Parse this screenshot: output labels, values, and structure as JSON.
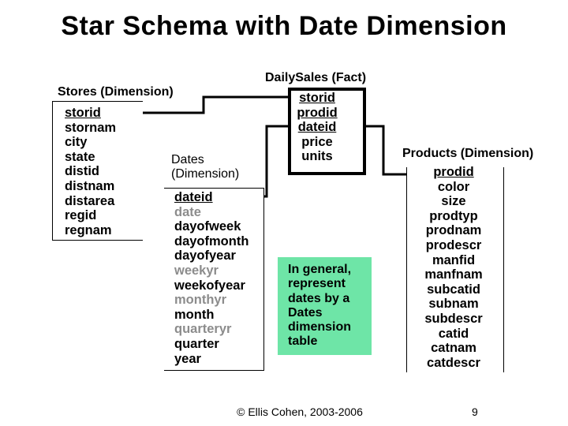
{
  "title": "Star Schema with Date Dimension",
  "stores": {
    "title": "Stores (Dimension)",
    "fields": [
      {
        "name": "storid",
        "key": true
      },
      {
        "name": "stornam"
      },
      {
        "name": "city"
      },
      {
        "name": "state"
      },
      {
        "name": "distid"
      },
      {
        "name": "distnam"
      },
      {
        "name": "distarea"
      },
      {
        "name": "regid"
      },
      {
        "name": "regnam"
      }
    ]
  },
  "fact": {
    "title": "DailySales (Fact)",
    "fields": [
      {
        "name": "storid",
        "key": true
      },
      {
        "name": "prodid",
        "key": true
      },
      {
        "name": "dateid",
        "key": true
      },
      {
        "name": "price"
      },
      {
        "name": "units"
      }
    ]
  },
  "dates": {
    "title_line1": "Dates",
    "title_line2": "(Dimension)",
    "fields": [
      {
        "name": "dateid",
        "key": true
      },
      {
        "name": "date",
        "grey": true
      },
      {
        "name": "dayofweek"
      },
      {
        "name": "dayofmonth"
      },
      {
        "name": "dayofyear"
      },
      {
        "name": "weekyr",
        "grey": true
      },
      {
        "name": "weekofyear"
      },
      {
        "name": "monthyr",
        "grey": true
      },
      {
        "name": "month"
      },
      {
        "name": "quarteryr",
        "grey": true
      },
      {
        "name": "quarter"
      },
      {
        "name": "year"
      }
    ]
  },
  "products": {
    "title": "Products (Dimension)",
    "fields": [
      {
        "name": "prodid",
        "key": true
      },
      {
        "name": "color"
      },
      {
        "name": "size"
      },
      {
        "name": "prodtyp"
      },
      {
        "name": "prodnam"
      },
      {
        "name": "prodescr"
      },
      {
        "name": "manfid"
      },
      {
        "name": "manfnam"
      },
      {
        "name": "subcatid"
      },
      {
        "name": "subnam"
      },
      {
        "name": "subdescr"
      },
      {
        "name": "catid"
      },
      {
        "name": "catnam"
      },
      {
        "name": "catdescr"
      }
    ]
  },
  "note": {
    "text_lines": [
      "In general,",
      "represent",
      "dates by a",
      "Dates",
      "dimension",
      "table"
    ],
    "color": "#6ee5a7"
  },
  "footer": "© Ellis Cohen, 2003-2006",
  "page_number": "9",
  "colors": {
    "grey_text": "#8c8c8c",
    "line": "#000000"
  }
}
